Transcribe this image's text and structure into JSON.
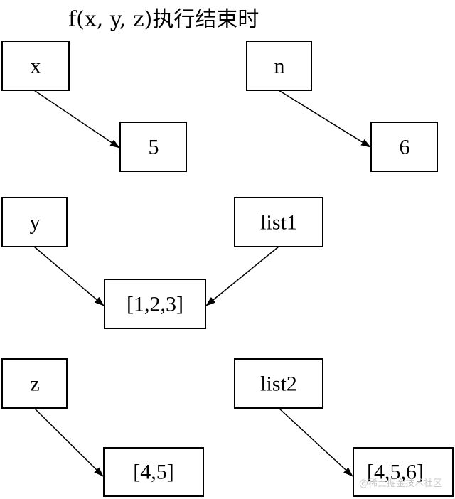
{
  "title": "f(x, y, z)执行结束时",
  "watermark": "@稀土掘金技术社区",
  "boxes": {
    "x": "x",
    "n": "n",
    "five": "5",
    "six": "6",
    "y": "y",
    "list1": "list1",
    "list123": "[1,2,3]",
    "z": "z",
    "list2": "list2",
    "list45": "[4,5]",
    "list456": "[4,5,6]"
  }
}
